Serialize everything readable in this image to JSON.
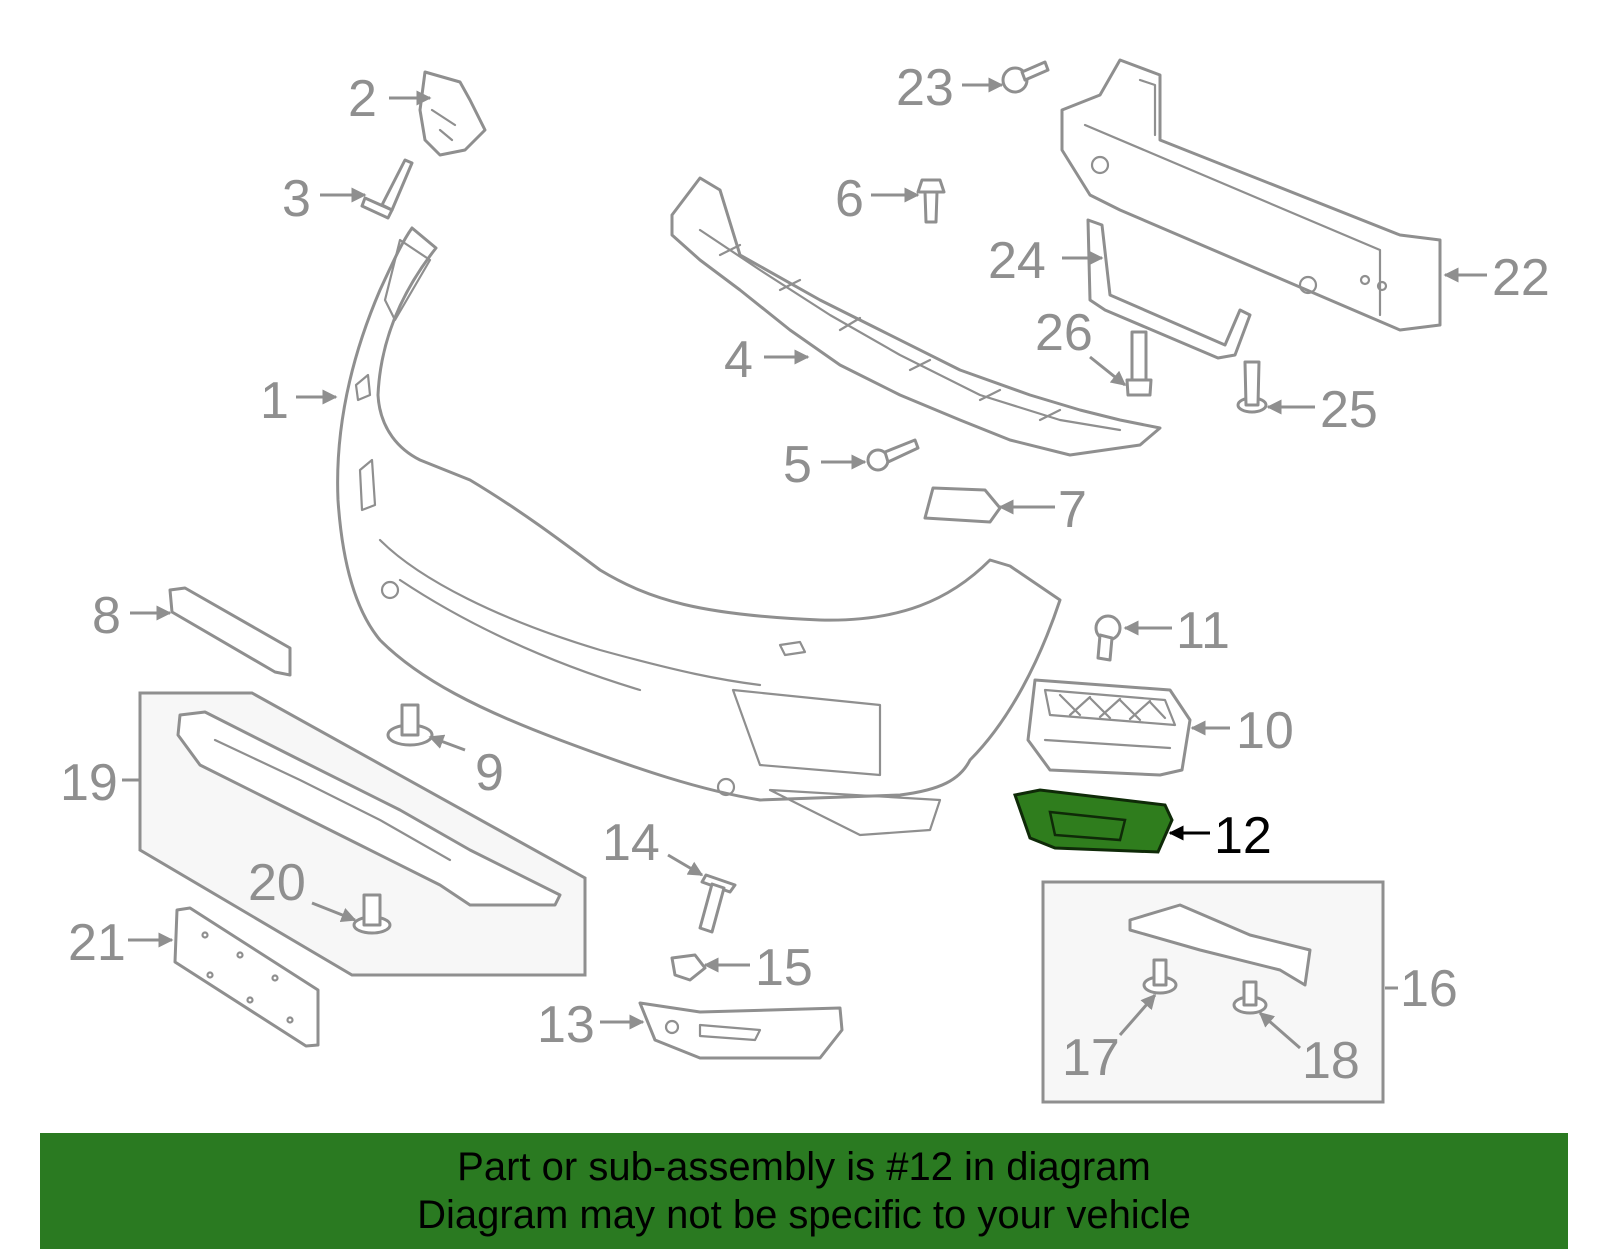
{
  "diagram": {
    "highlight_color": "#2a7a21",
    "labels": {
      "l1": "1",
      "l2": "2",
      "l3": "3",
      "l4": "4",
      "l5": "5",
      "l6": "6",
      "l7": "7",
      "l8": "8",
      "l9": "9",
      "l10": "10",
      "l11": "11",
      "l12": "12",
      "l13": "13",
      "l14": "14",
      "l15": "15",
      "l16": "16",
      "l17": "17",
      "l18": "18",
      "l19": "19",
      "l20": "20",
      "l21": "21",
      "l22": "22",
      "l23": "23",
      "l24": "24",
      "l25": "25",
      "l26": "26"
    },
    "highlighted_part": "12"
  },
  "caption": {
    "line1": "Part or sub-assembly is #12 in diagram",
    "line2": "Diagram may not be specific to your vehicle"
  }
}
